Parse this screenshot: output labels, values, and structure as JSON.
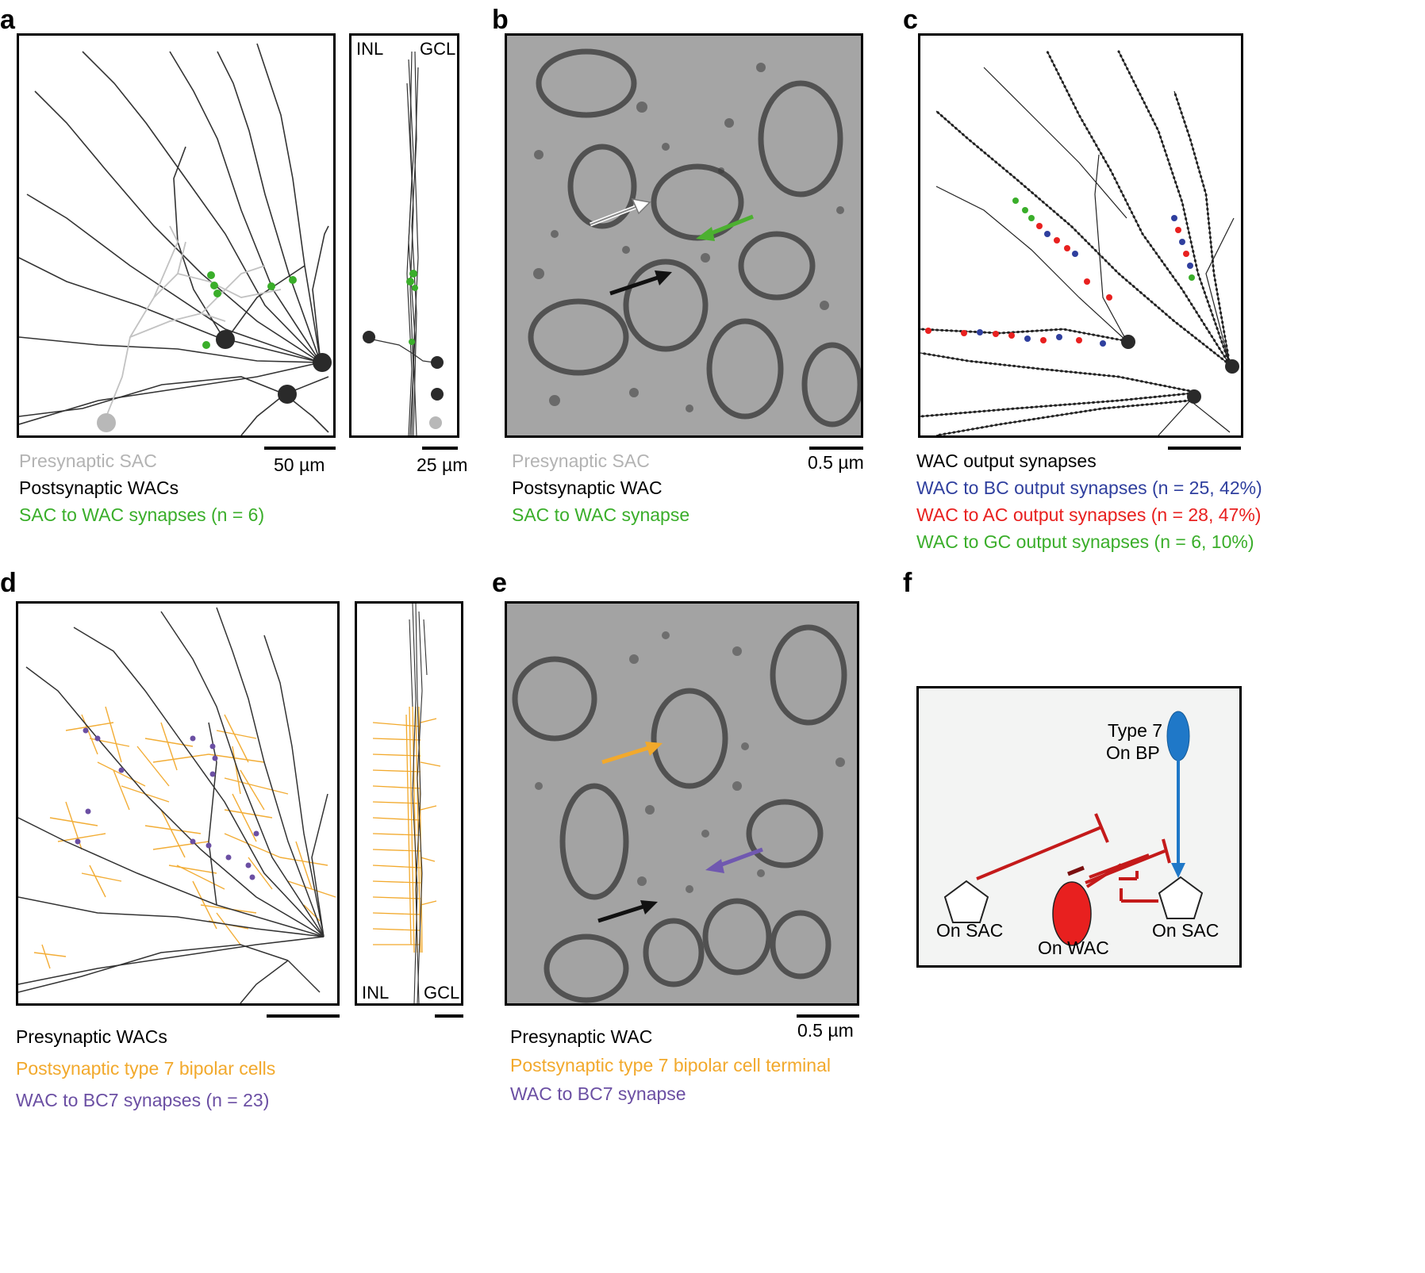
{
  "panels": {
    "a": {
      "label": "a",
      "side_inl": "INL",
      "side_gcl": "GCL",
      "scale_main": "50 µm",
      "scale_side": "25 µm",
      "legend": [
        {
          "text": "Presynaptic SAC",
          "color": "#b3b3b3"
        },
        {
          "text": "Postsynaptic WACs",
          "color": "#000000"
        },
        {
          "text": "SAC to WAC synapses (n = 6)",
          "color": "#3aae2a"
        }
      ]
    },
    "b": {
      "label": "b",
      "scale": "0.5 µm",
      "legend": [
        {
          "text": "Presynaptic SAC",
          "color": "#b3b3b3"
        },
        {
          "text": "Postsynaptic WAC",
          "color": "#000000"
        },
        {
          "text": "SAC to WAC synapse",
          "color": "#3aae2a"
        }
      ]
    },
    "c": {
      "label": "c",
      "legend": [
        {
          "text": "WAC output synapses",
          "color": "#000000"
        },
        {
          "text": "WAC to BC output synapses (n = 25, 42%)",
          "color": "#2f3f9e"
        },
        {
          "text": "WAC to AC output synapses (n = 28, 47%)",
          "color": "#e8201f"
        },
        {
          "text": "WAC to GC output synapses (n = 6, 10%)",
          "color": "#3aae2a"
        }
      ]
    },
    "d": {
      "label": "d",
      "side_inl": "INL",
      "side_gcl": "GCL",
      "legend": [
        {
          "text": "Presynaptic WACs",
          "color": "#000000"
        },
        {
          "text": "Postsynaptic type 7 bipolar cells",
          "color": "#f2a92c"
        },
        {
          "text": "WAC to BC7 synapses (n = 23)",
          "color": "#6b4fa3"
        }
      ]
    },
    "e": {
      "label": "e",
      "scale": "0.5 µm",
      "legend": [
        {
          "text": "Presynaptic WAC",
          "color": "#000000"
        },
        {
          "text": "Postsynaptic type 7 bipolar cell terminal",
          "color": "#f2a92c"
        },
        {
          "text": "WAC to BC7 synapse",
          "color": "#6b4fa3"
        }
      ]
    },
    "f": {
      "label": "f",
      "bp_line1": "Type 7",
      "bp_line2": "On BP",
      "sac_left": "On SAC",
      "wac": "On WAC",
      "sac_right": "On SAC"
    }
  },
  "colors": {
    "green": "#3aae2a",
    "blue": "#2f3f9e",
    "red": "#e8201f",
    "orange": "#f2a92c",
    "purple": "#6b4fa3",
    "gray": "#b3b3b3",
    "bp_blue": "#1f78c8"
  }
}
